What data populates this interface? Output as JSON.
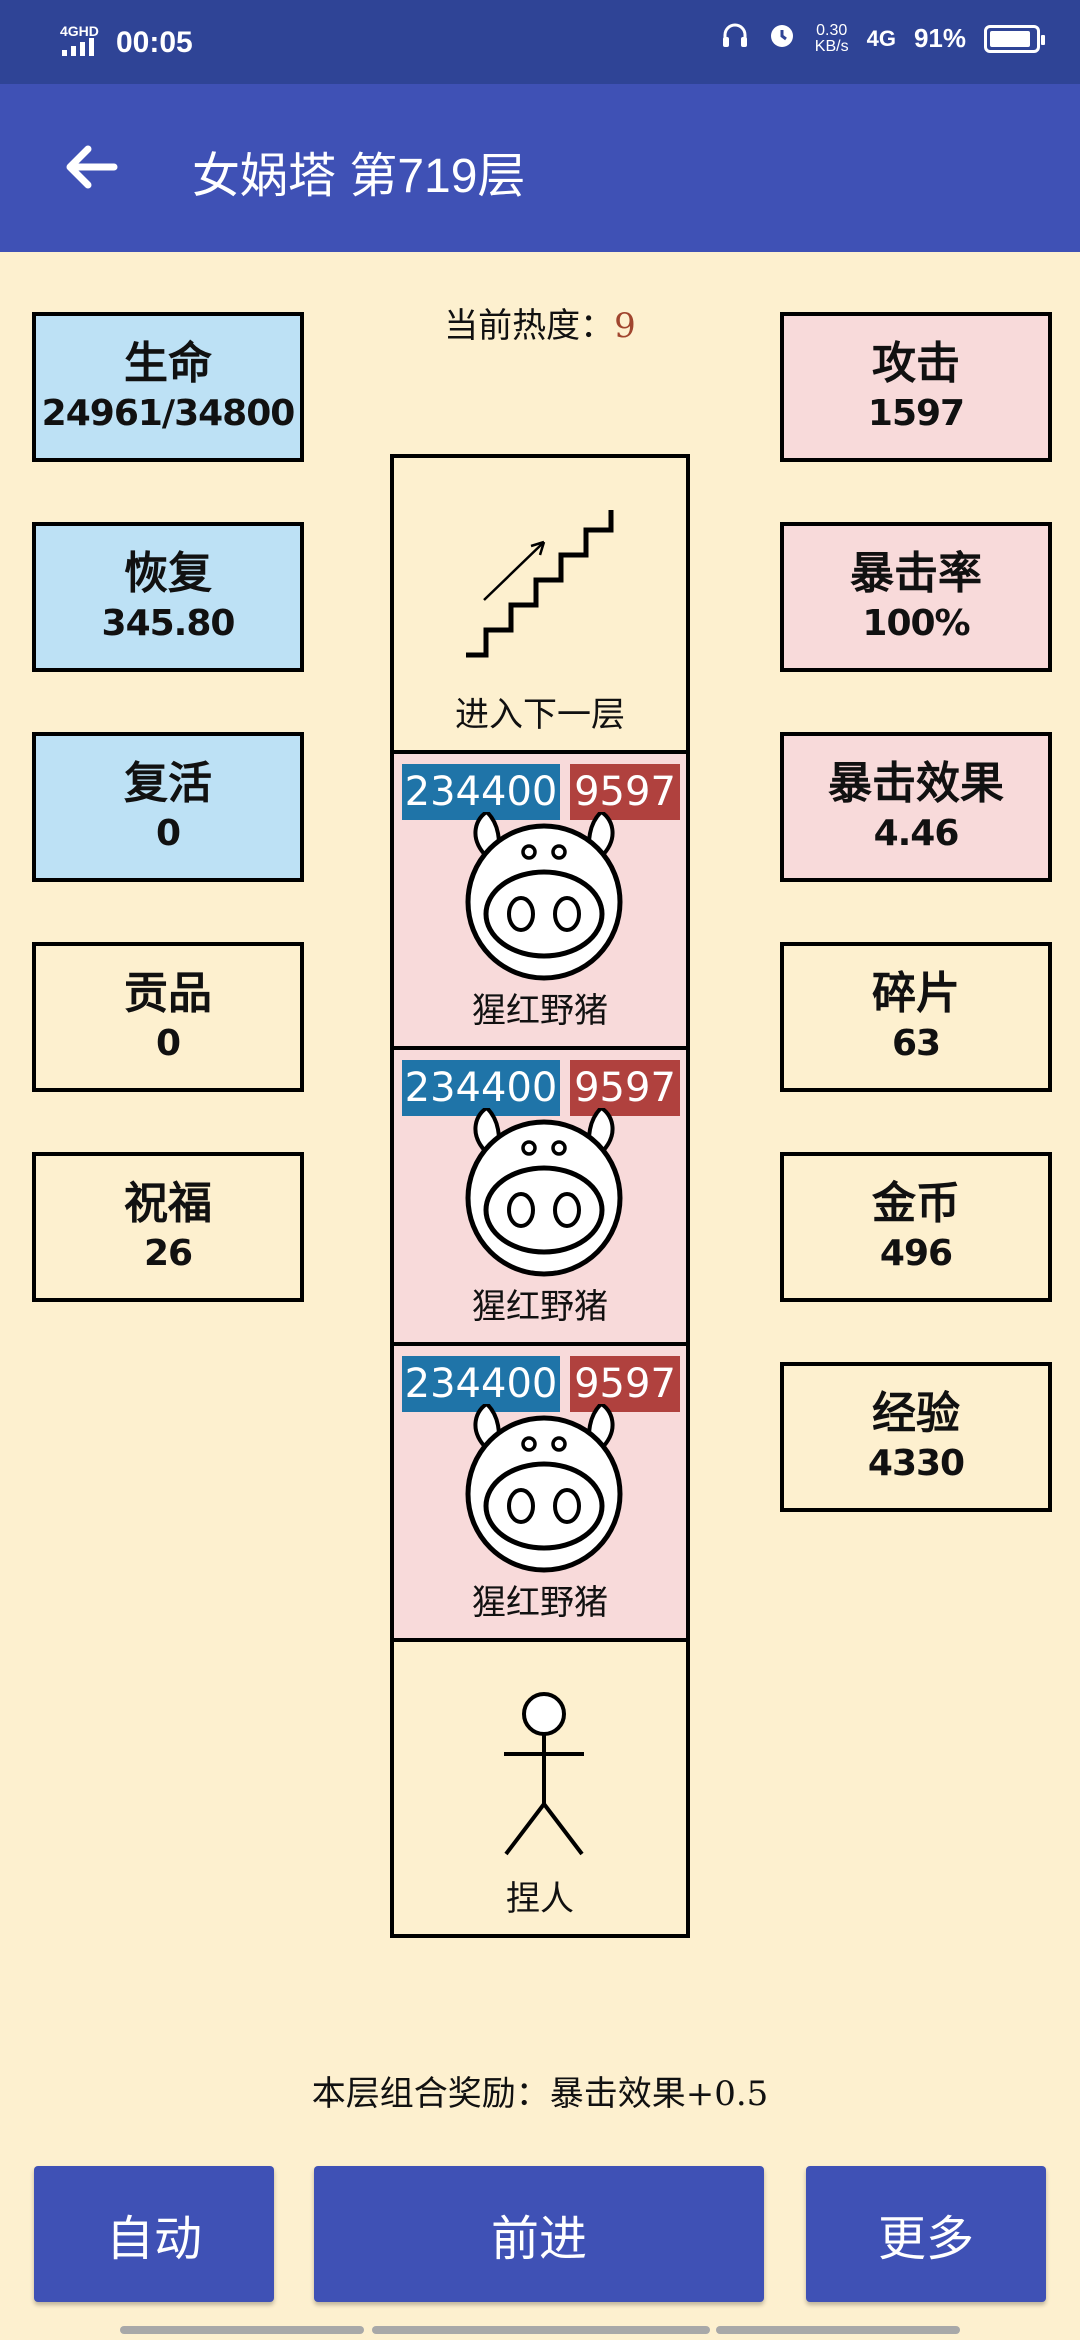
{
  "status": {
    "network": "4GHD",
    "time": "00:05",
    "speed": "0.30",
    "speed_unit": "KB/s",
    "net_right": "4G",
    "battery": "91%"
  },
  "appbar": {
    "title": "女娲塔 第719层"
  },
  "heat": {
    "label": "当前热度：",
    "value": "9"
  },
  "left_stats": [
    {
      "label": "生命",
      "value": "24961/34800"
    },
    {
      "label": "恢复",
      "value": "345.80"
    },
    {
      "label": "复活",
      "value": "0"
    },
    {
      "label": "贡品",
      "value": "0"
    },
    {
      "label": "祝福",
      "value": "26"
    }
  ],
  "right_stats": [
    {
      "label": "攻击",
      "value": "1597"
    },
    {
      "label": "暴击率",
      "value": "100%"
    },
    {
      "label": "暴击效果",
      "value": "4.46"
    },
    {
      "label": "碎片",
      "value": "63"
    },
    {
      "label": "金币",
      "value": "496"
    },
    {
      "label": "经验",
      "value": "4330"
    }
  ],
  "tower": {
    "exit_label": "进入下一层",
    "enemies": [
      {
        "hp": "234400",
        "atk": "9597",
        "name": "猩红野猪"
      },
      {
        "hp": "234400",
        "atk": "9597",
        "name": "猩红野猪"
      },
      {
        "hp": "234400",
        "atk": "9597",
        "name": "猩红野猪"
      }
    ],
    "player_label": "捏人"
  },
  "combo": "本层组合奖励：暴击效果+0.5",
  "buttons": {
    "auto": "自动",
    "forward": "前进",
    "more": "更多"
  },
  "colors": {
    "appbar": "#3f51b5",
    "statusbar": "#2f4496",
    "background": "#fdf0cf",
    "hp_badge": "#1f74a8",
    "atk_badge": "#b0413e",
    "stat_blue": "#bde1f5",
    "stat_pink": "#f8dada"
  }
}
